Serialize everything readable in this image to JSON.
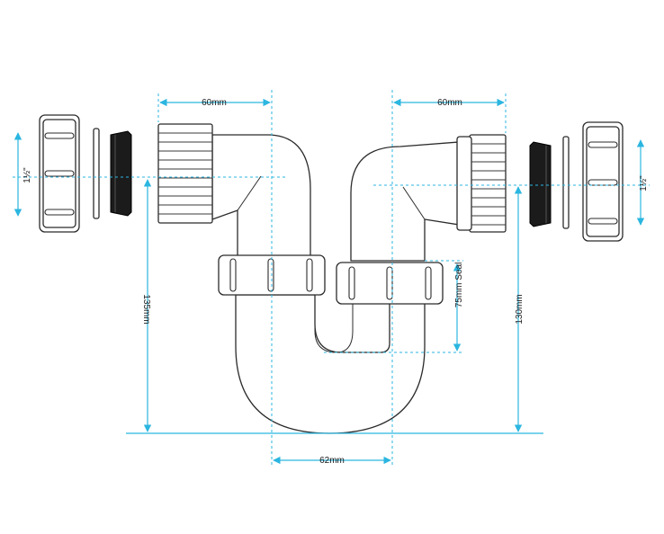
{
  "labels": {
    "top_left_width": "60mm",
    "top_right_width": "60mm",
    "left_inlet": "1½\"",
    "right_inlet": "1½\"",
    "left_height": "135mm",
    "right_height": "130mm",
    "seal_depth": "75mm Seal",
    "bottom_centres": "62mm"
  },
  "colors": {
    "dimension": "#2bb6e0",
    "outline": "#2b2b2b",
    "washer": "#1b1b1b",
    "background": "#ffffff"
  }
}
